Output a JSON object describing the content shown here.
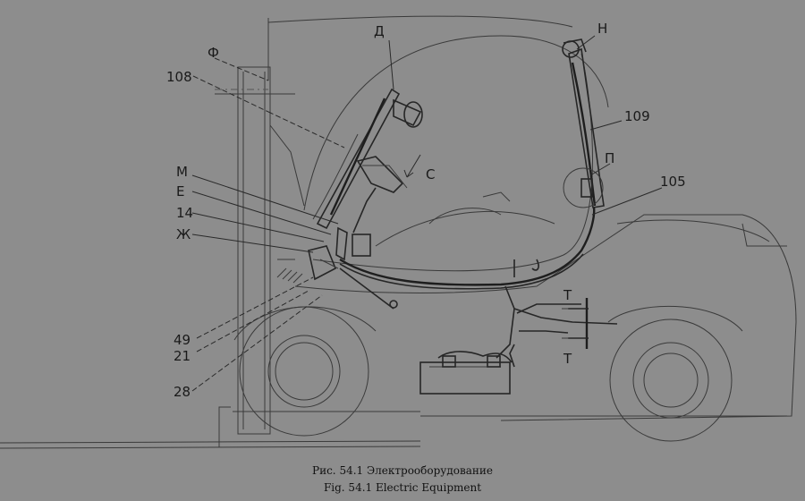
{
  "labels": {
    "f": "Ф",
    "d": "Д",
    "n": "Н",
    "l108": "108",
    "l109": "109",
    "m": "М",
    "e": "Е",
    "l14": "14",
    "zh": "Ж",
    "c": "С",
    "p": "П",
    "l105": "105",
    "t_top": "Т",
    "t_bottom": "Т",
    "l49": "49",
    "l21": "21",
    "l28": "28"
  },
  "caption": {
    "ru": "Рис. 54.1 Электрооборудование",
    "en": "Fig. 54.1 Electric Equipment"
  }
}
